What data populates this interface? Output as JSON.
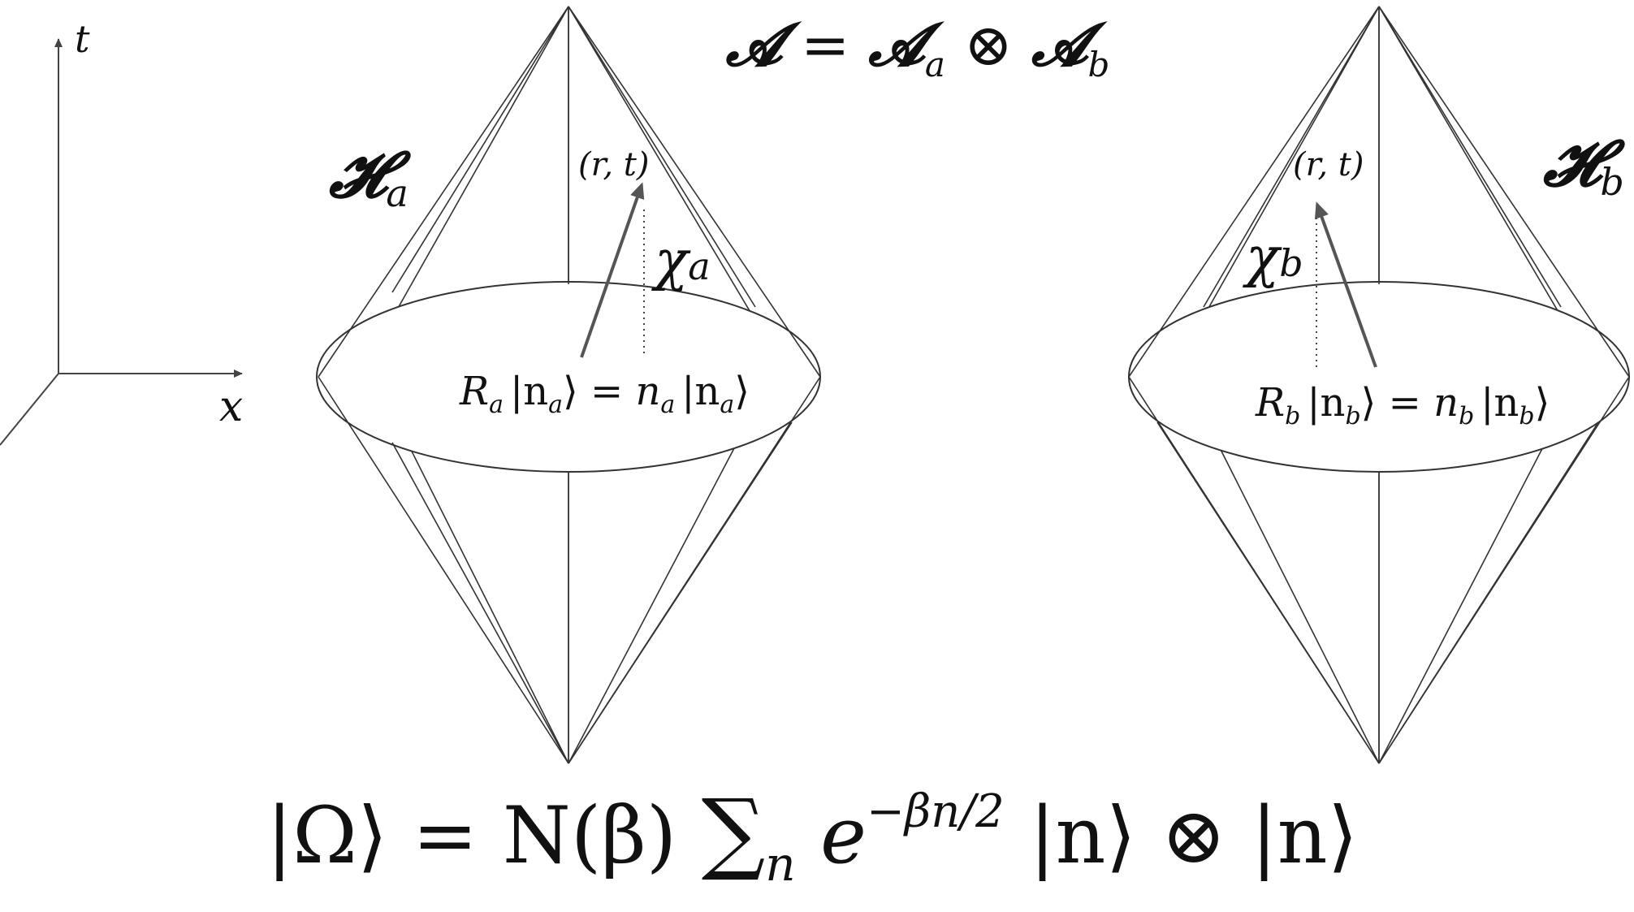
{
  "top_formula": {
    "lhs": "𝓐",
    "eq": " = ",
    "a_base": "𝓐",
    "a_sub": "a",
    "otimes": " ⊗ ",
    "b_base": "𝓐",
    "b_sub": "b"
  },
  "axes": {
    "t_label": "t",
    "x_label": "x"
  },
  "left": {
    "hilbert_base": "𝓗",
    "hilbert_sub": "a",
    "point_label": "(r, t)",
    "chi_base": "χ",
    "chi_sub": "a",
    "eq": {
      "R": "R",
      "R_sub": "a",
      "ket_open": "|n",
      "ket_sub": "a",
      "ket_close": "⟩",
      "equals": " = ",
      "n": "n",
      "n_sub": "a",
      "ket2_open": "|n",
      "ket2_sub": "a",
      "ket2_close": "⟩"
    }
  },
  "right": {
    "hilbert_base": "𝓗",
    "hilbert_sub": "b",
    "point_label": "(r, t)",
    "chi_base": "χ",
    "chi_sub": "b",
    "eq": {
      "R": "R",
      "R_sub": "b",
      "ket_open": "|n",
      "ket_sub": "b",
      "ket_close": "⟩",
      "equals": " = ",
      "n": "n",
      "n_sub": "b",
      "ket2_open": "|n",
      "ket2_sub": "b",
      "ket2_close": "⟩"
    }
  },
  "bottom_formula": {
    "lhs": "|Ω⟩ = N(β) ",
    "sum": "∑",
    "sum_sub": "n",
    "exp_base": " e",
    "exp_sup": "−βn/2",
    "rhs": " |n⟩ ⊗ |n⟩"
  }
}
